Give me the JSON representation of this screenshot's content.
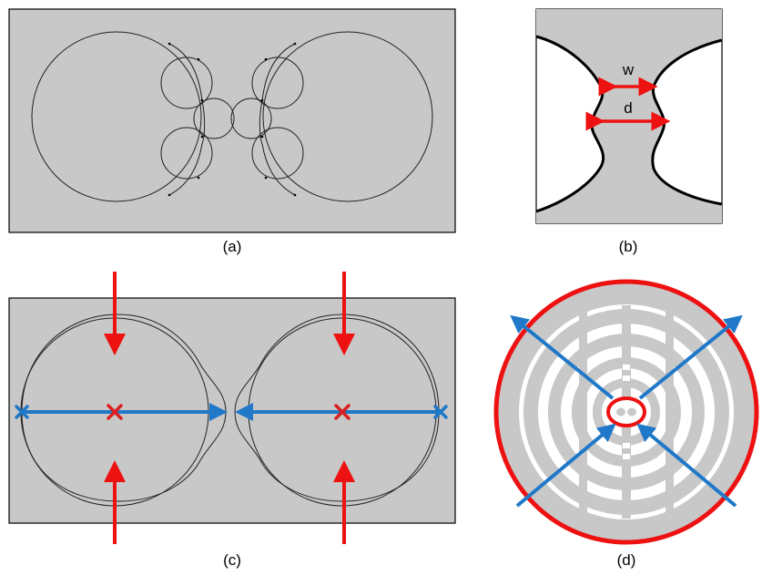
{
  "captions": {
    "a": "(a)",
    "b": "(b)",
    "c": "(c)",
    "d": "(d)"
  },
  "labels": {
    "w": "w",
    "d": "d"
  },
  "colors": {
    "panel_bg": "#c8c8c8",
    "arrow_red": "#ee1111",
    "arrow_blue": "#1f78c8",
    "outline": "#000000"
  }
}
